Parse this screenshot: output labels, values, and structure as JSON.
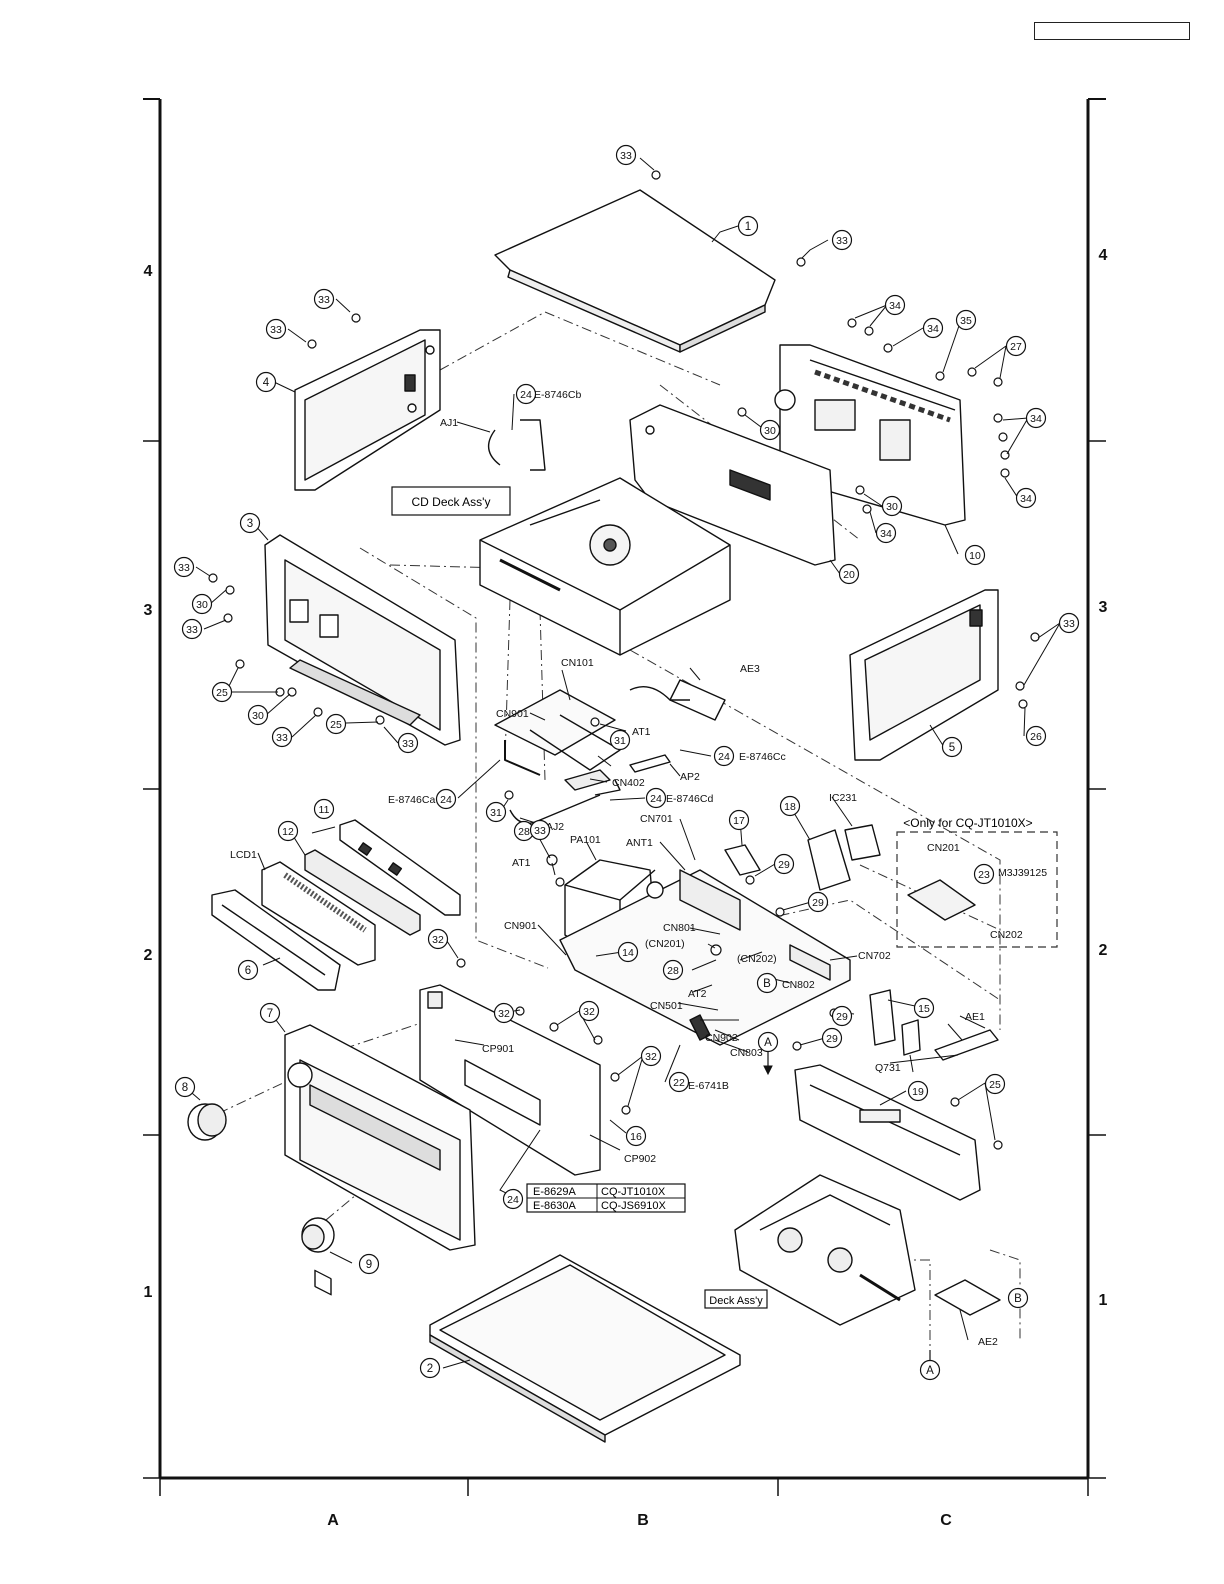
{
  "grid": {
    "rows_left": [
      "4",
      "3",
      "2",
      "1"
    ],
    "rows_right": [
      "4",
      "3",
      "2",
      "1"
    ],
    "columns": [
      "A",
      "B",
      "C"
    ]
  },
  "callouts": [
    {
      "id": "c1",
      "n": "1"
    },
    {
      "id": "c2",
      "n": "2"
    },
    {
      "id": "c3",
      "n": "3"
    },
    {
      "id": "c4",
      "n": "4"
    },
    {
      "id": "c5",
      "n": "5"
    },
    {
      "id": "c6",
      "n": "6"
    },
    {
      "id": "c7",
      "n": "7"
    },
    {
      "id": "c8",
      "n": "8"
    },
    {
      "id": "c9",
      "n": "9"
    },
    {
      "id": "c10",
      "n": "10"
    },
    {
      "id": "c11",
      "n": "11"
    },
    {
      "id": "c12",
      "n": "12"
    },
    {
      "id": "c14",
      "n": "14"
    },
    {
      "id": "c15",
      "n": "15"
    },
    {
      "id": "c16",
      "n": "16"
    },
    {
      "id": "c17",
      "n": "17"
    },
    {
      "id": "c18",
      "n": "18"
    },
    {
      "id": "c19",
      "n": "19"
    },
    {
      "id": "c20",
      "n": "20"
    },
    {
      "id": "c22",
      "n": "22"
    },
    {
      "id": "c23",
      "n": "23"
    },
    {
      "id": "c24a",
      "n": "24"
    },
    {
      "id": "c24b",
      "n": "24"
    },
    {
      "id": "c24c",
      "n": "24"
    },
    {
      "id": "c24d",
      "n": "24"
    },
    {
      "id": "c24e",
      "n": "24"
    },
    {
      "id": "c25a",
      "n": "25"
    },
    {
      "id": "c25b",
      "n": "25"
    },
    {
      "id": "c25c",
      "n": "25"
    },
    {
      "id": "c26",
      "n": "26"
    },
    {
      "id": "c27",
      "n": "27"
    },
    {
      "id": "c28a",
      "n": "28"
    },
    {
      "id": "c28b",
      "n": "28"
    },
    {
      "id": "c29a",
      "n": "29"
    },
    {
      "id": "c29b",
      "n": "29"
    },
    {
      "id": "c29c",
      "n": "29"
    },
    {
      "id": "c29d",
      "n": "29"
    },
    {
      "id": "c30a",
      "n": "30"
    },
    {
      "id": "c30b",
      "n": "30"
    },
    {
      "id": "c30c",
      "n": "30"
    },
    {
      "id": "c30d",
      "n": "30"
    },
    {
      "id": "c31a",
      "n": "31"
    },
    {
      "id": "c31b",
      "n": "31"
    },
    {
      "id": "c32a",
      "n": "32"
    },
    {
      "id": "c32b",
      "n": "32"
    },
    {
      "id": "c32c",
      "n": "32"
    },
    {
      "id": "c32d",
      "n": "32"
    },
    {
      "id": "c33a",
      "n": "33"
    },
    {
      "id": "c33b",
      "n": "33"
    },
    {
      "id": "c33c",
      "n": "33"
    },
    {
      "id": "c33d",
      "n": "33"
    },
    {
      "id": "c33e",
      "n": "33"
    },
    {
      "id": "c33f",
      "n": "33"
    },
    {
      "id": "c33g",
      "n": "33"
    },
    {
      "id": "c33h",
      "n": "33"
    },
    {
      "id": "c33i",
      "n": "33"
    },
    {
      "id": "c33j",
      "n": "33"
    },
    {
      "id": "c34a",
      "n": "34"
    },
    {
      "id": "c34b",
      "n": "34"
    },
    {
      "id": "c34c",
      "n": "34"
    },
    {
      "id": "c34d",
      "n": "34"
    },
    {
      "id": "c34e",
      "n": "34"
    },
    {
      "id": "c35",
      "n": "35"
    },
    {
      "id": "cA1",
      "n": "A"
    },
    {
      "id": "cA2",
      "n": "A"
    },
    {
      "id": "cB1",
      "n": "B"
    },
    {
      "id": "cB2",
      "n": "B"
    }
  ],
  "labels": [
    {
      "id": "l_e8746cb",
      "text": "E-8746Cb"
    },
    {
      "id": "l_aj1",
      "text": "AJ1"
    },
    {
      "id": "l_ae3",
      "text": "AE3"
    },
    {
      "id": "l_cn101",
      "text": "CN101"
    },
    {
      "id": "l_cn901a",
      "text": "CN901"
    },
    {
      "id": "l_at1a",
      "text": "AT1"
    },
    {
      "id": "l_e8746cc",
      "text": "E-8746Cc"
    },
    {
      "id": "l_ap2",
      "text": "AP2"
    },
    {
      "id": "l_cn402",
      "text": "CN402"
    },
    {
      "id": "l_e8746ca",
      "text": "E-8746Ca"
    },
    {
      "id": "l_e8746cd",
      "text": "E-8746Cd"
    },
    {
      "id": "l_aj2",
      "text": "AJ2"
    },
    {
      "id": "l_lcd1",
      "text": "LCD1"
    },
    {
      "id": "l_pa101",
      "text": "PA101"
    },
    {
      "id": "l_ant1",
      "text": "ANT1"
    },
    {
      "id": "l_cn701",
      "text": "CN701"
    },
    {
      "id": "l_at1b",
      "text": "AT1"
    },
    {
      "id": "l_cn901b",
      "text": "CN901"
    },
    {
      "id": "l_cn801",
      "text": "CN801"
    },
    {
      "id": "l_cn201p",
      "text": "(CN201)"
    },
    {
      "id": "l_cn202p",
      "text": "(CN202)"
    },
    {
      "id": "l_cn702",
      "text": "CN702"
    },
    {
      "id": "l_at2",
      "text": "AT2"
    },
    {
      "id": "l_cn802",
      "text": "CN802"
    },
    {
      "id": "l_cn501",
      "text": "CN501"
    },
    {
      "id": "l_cn902",
      "text": "CN902"
    },
    {
      "id": "l_cn803",
      "text": "CN803"
    },
    {
      "id": "l_e6741b",
      "text": "E-6741B"
    },
    {
      "id": "l_cp901",
      "text": "CP901"
    },
    {
      "id": "l_cp902",
      "text": "CP902"
    },
    {
      "id": "l_ic231",
      "text": "IC231"
    },
    {
      "id": "l_cn201",
      "text": "CN201"
    },
    {
      "id": "l_m3j",
      "text": "M3J39125"
    },
    {
      "id": "l_cn202",
      "text": "CN202"
    },
    {
      "id": "l_ae1",
      "text": "AE1"
    },
    {
      "id": "l_q731",
      "text": "Q731"
    },
    {
      "id": "l_ae2",
      "text": "AE2"
    }
  ],
  "boxed_labels": {
    "cd_deck": "CD Deck Ass'y",
    "deck": "Deck Ass'y",
    "only_for": "<Only for CQ-JT1010X>"
  },
  "variant_table": [
    {
      "part": "E-8629A",
      "model": "CQ-JT1010X"
    },
    {
      "part": "E-8630A",
      "model": "CQ-JS6910X"
    }
  ]
}
